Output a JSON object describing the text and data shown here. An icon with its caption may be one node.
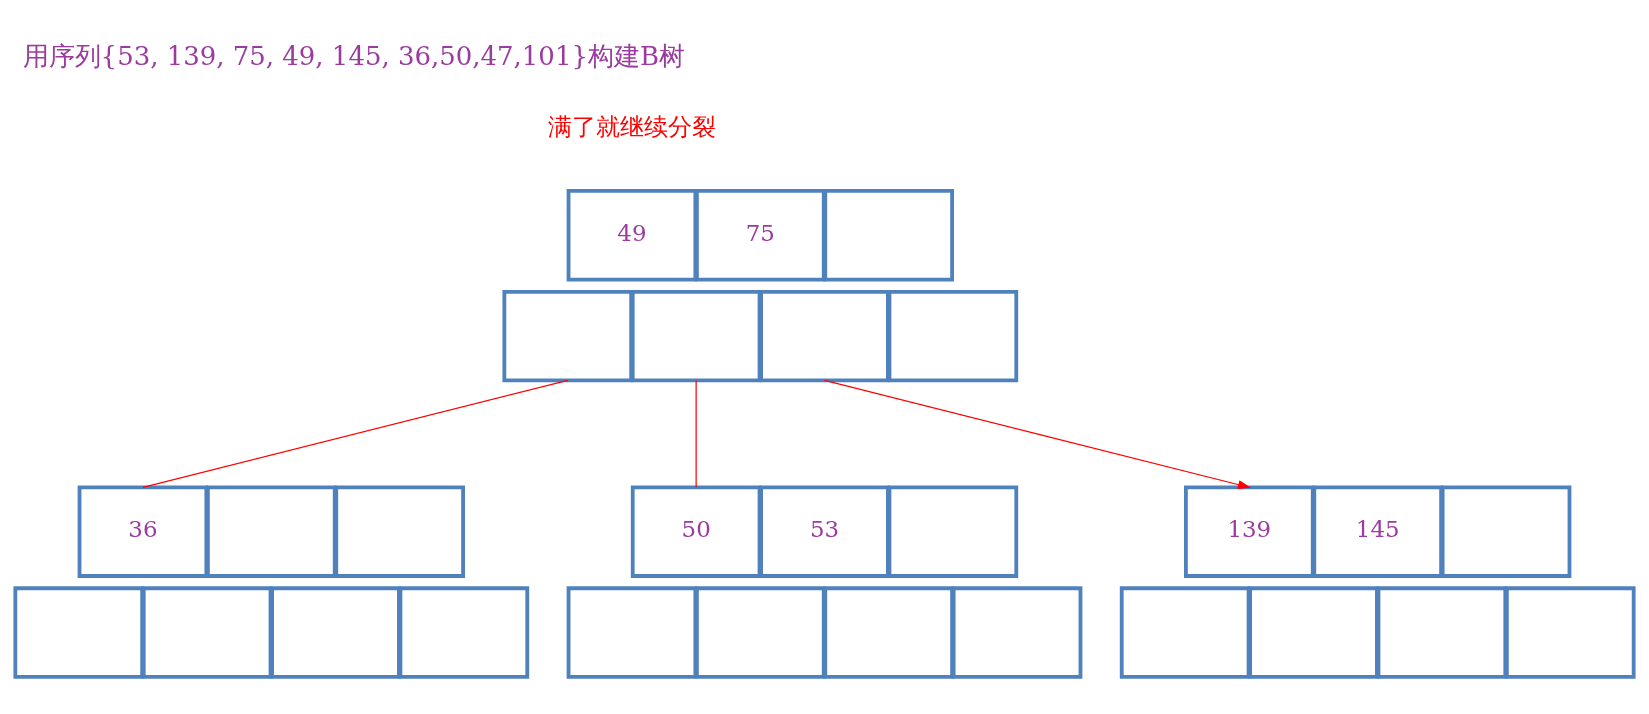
{
  "diagram": {
    "title": "用序列{53, 139, 75, 49, 145, 36,50,47,101}构建B树",
    "nodes": [
      {
        "text": [
          "49"
        ]
      },
      {
        "text": [
          "75"
        ]
      },
      {
        "text": [],
        "shape": "box"
      },
      {
        "text": [],
        "shape": "box"
      },
      {
        "text": [],
        "shape": "box"
      },
      {
        "text": [],
        "shape": "box"
      },
      {
        "text": [],
        "shape": "box"
      },
      {
        "text": [
          "36"
        ]
      },
      {
        "text": [],
        "shape": "box"
      },
      {
        "text": [],
        "shape": "box"
      },
      {
        "text": [],
        "shape": "box"
      },
      {
        "text": [],
        "shape": "box"
      },
      {
        "text": [],
        "shape": "box"
      },
      {
        "text": [],
        "shape": "box"
      },
      {
        "text": [
          "50"
        ]
      },
      {
        "text": [
          "53"
        ]
      },
      {
        "text": [],
        "shape": "box"
      },
      {
        "text": [],
        "shape": "box"
      },
      {
        "text": [],
        "shape": "box"
      },
      {
        "text": [],
        "shape": "box"
      },
      {
        "text": [],
        "shape": "box"
      },
      {
        "text": [
          "139"
        ]
      },
      {
        "text": [
          "145"
        ]
      },
      {
        "text": [],
        "shape": "box"
      },
      {
        "text": [],
        "shape": "box"
      },
      {
        "text": [],
        "shape": "box"
      },
      {
        "text": [],
        "shape": "box"
      },
      {
        "text": [],
        "shape": "box"
      }
    ],
    "edges": [
      {
        "from": 3,
        "to": 7,
        "arrow": "none"
      },
      {
        "from": 4,
        "to": 14,
        "arrow": "none"
      },
      {
        "from": 5,
        "to": 21,
        "arrow": "to"
      }
    ],
    "labels": [
      "满了就继续分裂"
    ]
  }
}
